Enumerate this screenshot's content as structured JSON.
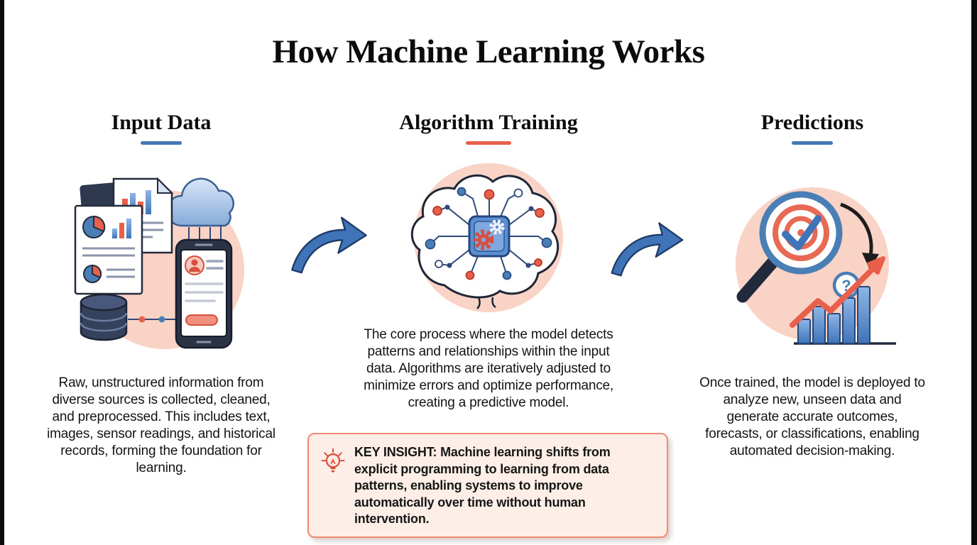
{
  "title": "How Machine Learning Works",
  "columns": [
    {
      "heading": "Input Data",
      "underline_color": "#4478b4",
      "description": "Raw, unstructured information from diverse sources is collected, cleaned, and preprocessed. This includes text, images, sensor readings, and historical records, forming the foundation for learning."
    },
    {
      "heading": "Algorithm Training",
      "underline_color": "#e8604c",
      "description": "The core process where the model detects patterns and relationships within the input data. Algorithms are iteratively adjusted to minimize errors and optimize performance, creating a predictive model."
    },
    {
      "heading": "Predictions",
      "underline_color": "#4478b4",
      "description": "Once trained, the model is deployed to analyze new, unseen data and generate accurate outcomes, forecasts, or classifications, enabling automated decision-making."
    }
  ],
  "key_insight": {
    "text": "KEY INSIGHT: Machine learning shifts from explicit programming to learning from data patterns, enabling systems to improve automatically over time without human intervention.",
    "background": "#fdeee7",
    "border_color": "#ef8a72"
  },
  "icons": {
    "question_mark": "?",
    "input_data_illustration": "documents-cloud-database-smartphone",
    "algorithm_training_illustration": "brain-with-gear-chip-network",
    "predictions_illustration": "magnifier-target-checkmark-rising-chart",
    "flow_arrow": "blue-curved-right-arrow",
    "key_insight_icon": "lightbulb-with-rays"
  },
  "colors": {
    "accent_blue": "#4478b4",
    "accent_salmon": "#e8604c",
    "circle_pink": "#f8d3c6",
    "dark_navy": "#2b3447",
    "text": "#141414"
  }
}
